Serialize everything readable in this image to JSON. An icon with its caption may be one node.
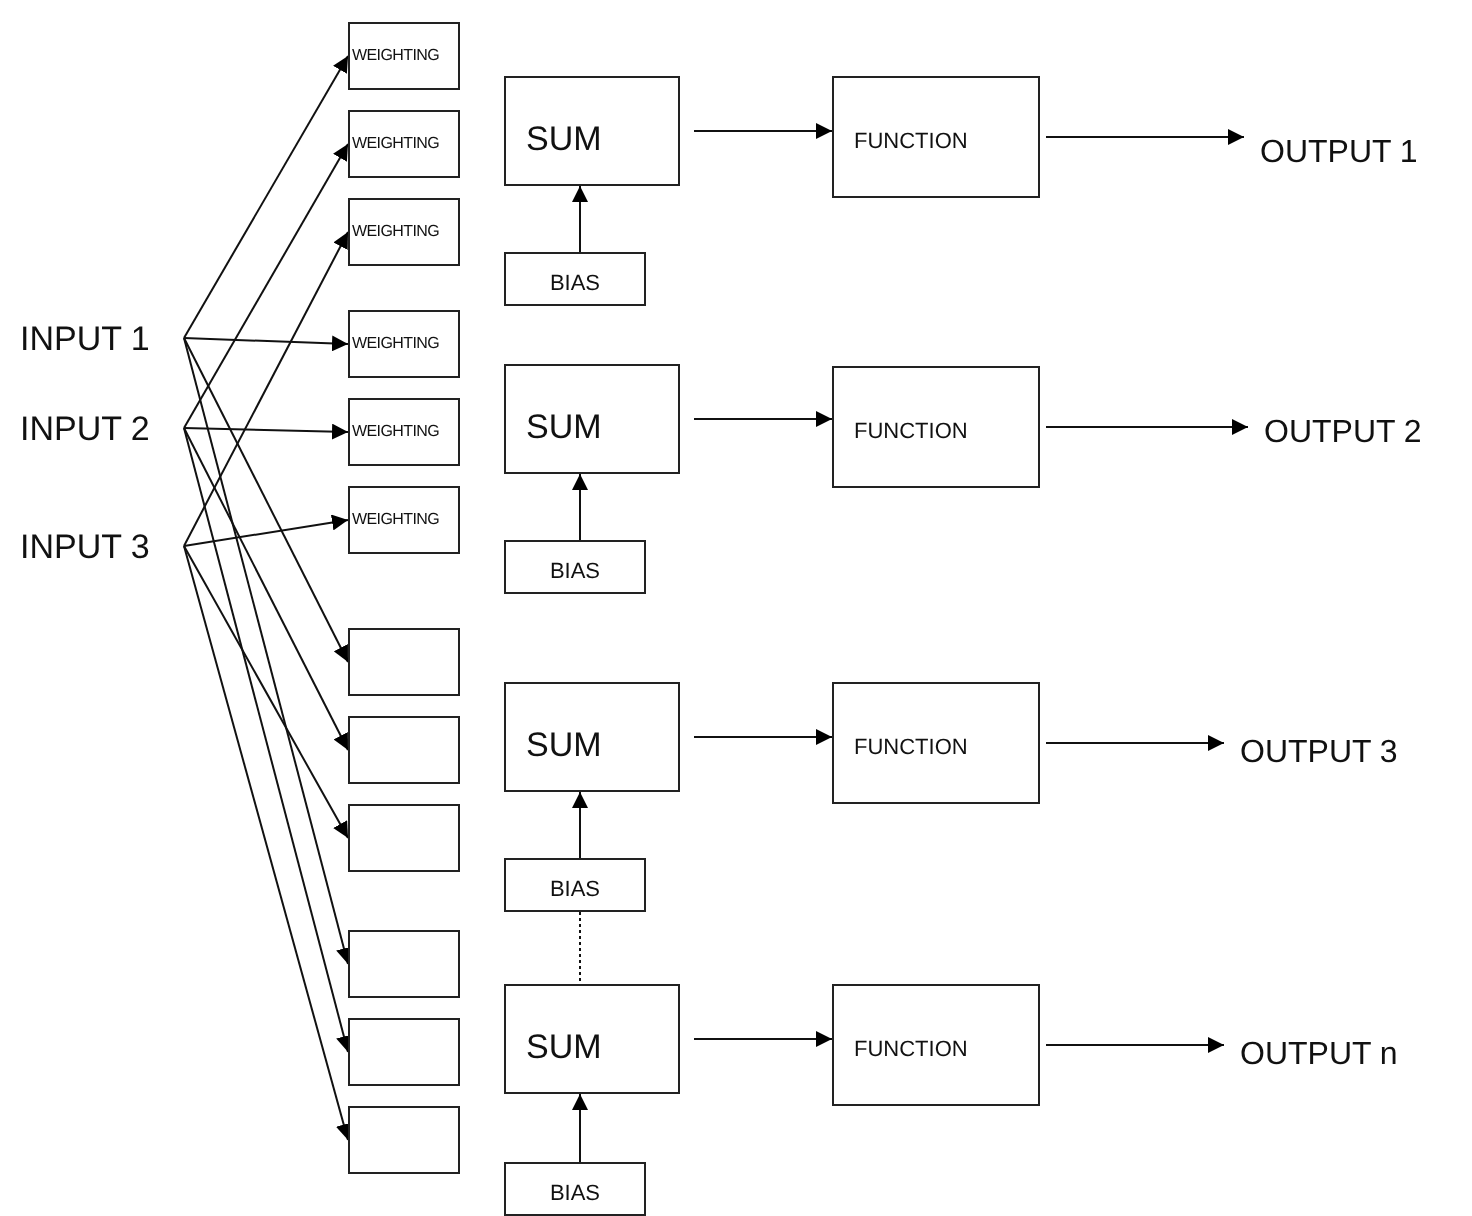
{
  "diagram": {
    "nodes": [
      {
        "text": [
          "INPUT 1"
        ]
      },
      {
        "text": [
          "INPUT 2"
        ]
      },
      {
        "text": [
          "INPUT 3"
        ]
      },
      {
        "text": [
          "WEIGHTING"
        ]
      },
      {
        "text": [
          "WEIGHTING"
        ]
      },
      {
        "text": [
          "WEIGHTING"
        ]
      },
      {
        "text": [
          "WEIGHTING"
        ]
      },
      {
        "text": [
          "WEIGHTING"
        ]
      },
      {
        "text": [
          "WEIGHTING"
        ]
      },
      {
        "text": [],
        "shape": "box"
      },
      {
        "text": [],
        "shape": "box"
      },
      {
        "text": [],
        "shape": "box"
      },
      {
        "text": [],
        "shape": "box"
      },
      {
        "text": [],
        "shape": "box"
      },
      {
        "text": [],
        "shape": "box"
      },
      {
        "text": [
          "SUM"
        ]
      },
      {
        "text": [
          "FUNCTION"
        ]
      },
      {
        "text": [
          "OUTPUT 1"
        ]
      },
      {
        "text": [
          "BIAS"
        ]
      },
      {
        "text": [
          "SUM"
        ]
      },
      {
        "text": [
          "FUNCTION"
        ]
      },
      {
        "text": [
          "OUTPUT 2"
        ]
      },
      {
        "text": [
          "BIAS"
        ]
      },
      {
        "text": [
          "SUM"
        ]
      },
      {
        "text": [
          "FUNCTION"
        ]
      },
      {
        "text": [
          "OUTPUT 3"
        ]
      },
      {
        "text": [
          "BIAS"
        ]
      },
      {
        "text": [
          "SUM"
        ]
      },
      {
        "text": [
          "FUNCTION"
        ]
      },
      {
        "text": [
          "OUTPUT n"
        ]
      },
      {
        "text": [
          "BIAS"
        ]
      }
    ],
    "edges": [
      {
        "from": 0,
        "to": 3,
        "arrow": "to"
      },
      {
        "from": 1,
        "to": 4,
        "arrow": "to"
      },
      {
        "from": 2,
        "to": 5,
        "arrow": "to"
      },
      {
        "from": 0,
        "to": 6,
        "arrow": "to"
      },
      {
        "from": 1,
        "to": 7,
        "arrow": "to"
      },
      {
        "from": 2,
        "to": 8,
        "arrow": "to"
      },
      {
        "from": 0,
        "to": 9,
        "arrow": "to"
      },
      {
        "from": 1,
        "to": 10,
        "arrow": "to"
      },
      {
        "from": 2,
        "to": 11,
        "arrow": "to"
      },
      {
        "from": 0,
        "to": 12,
        "arrow": "to"
      },
      {
        "from": 1,
        "to": 13,
        "arrow": "to"
      },
      {
        "from": 2,
        "to": 14,
        "arrow": "to"
      },
      {
        "from": 15,
        "to": 16,
        "arrow": "to"
      },
      {
        "from": 16,
        "to": 17,
        "arrow": "to"
      },
      {
        "from": 18,
        "to": 15,
        "arrow": "to"
      },
      {
        "from": 19,
        "to": 20,
        "arrow": "to"
      },
      {
        "from": 20,
        "to": 21,
        "arrow": "to"
      },
      {
        "from": 22,
        "to": 19,
        "arrow": "to"
      },
      {
        "from": 23,
        "to": 24,
        "arrow": "to"
      },
      {
        "from": 24,
        "to": 25,
        "arrow": "to"
      },
      {
        "from": 26,
        "to": 23,
        "arrow": "to"
      },
      {
        "from": 27,
        "to": 28,
        "arrow": "to"
      },
      {
        "from": 28,
        "to": 29,
        "arrow": "to"
      },
      {
        "from": 30,
        "to": 27,
        "arrow": "to"
      },
      {
        "from": 26,
        "to": 27,
        "arrow": "none",
        "style": "dashed"
      }
    ]
  }
}
